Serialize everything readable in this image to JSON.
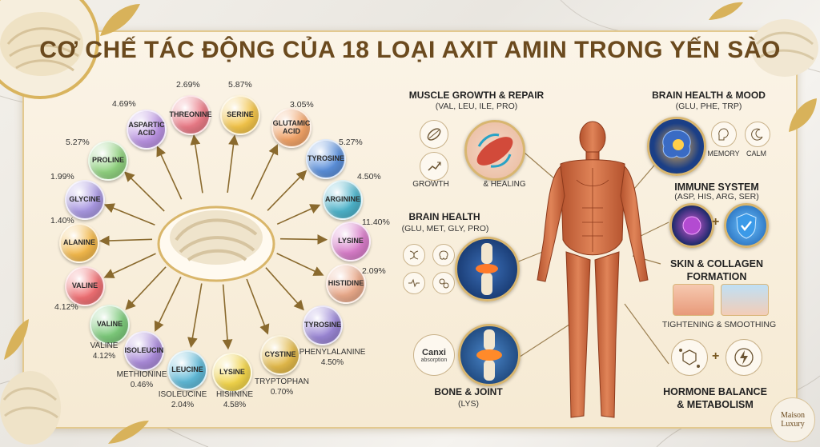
{
  "title": "CƠ CHẾ TÁC ĐỘNG CỦA 18 LOẠI AXIT AMIN TRONG YẾN SÀO",
  "amino_acids": [
    {
      "name": "THREONINE",
      "pct": "2.69%",
      "color": "#e97a86"
    },
    {
      "name": "SERINE",
      "pct": "5.87%",
      "color": "#f2c44a"
    },
    {
      "name": "GLUTAMIC ACID",
      "pct": "3.05%",
      "color": "#f0a267"
    },
    {
      "name": "TYROSINE",
      "pct": "5.27%",
      "color": "#5b8fd9"
    },
    {
      "name": "ARGININE",
      "pct": "4.50%",
      "color": "#4db2c9"
    },
    {
      "name": "LYSINE",
      "pct": "11.40%",
      "color": "#d77cc8"
    },
    {
      "name": "HISTIDINE",
      "pct": "2.09%",
      "color": "#e9a98a"
    },
    {
      "name": "TYROSINE",
      "pct": "",
      "color": "#9a86d4"
    },
    {
      "name": "CYSTINE",
      "pct": "",
      "color": "#e2b94a"
    },
    {
      "name": "LYSINE",
      "pct": "",
      "color": "#f0d34a"
    },
    {
      "name": "LEUCINE",
      "pct": "",
      "color": "#5fb8d6"
    },
    {
      "name": "ISOLEUCIN",
      "pct": "",
      "color": "#a98ad8"
    },
    {
      "name": "VALINE",
      "pct": "4.12%",
      "color": "#7cc97a"
    },
    {
      "name": "VALINE",
      "pct": "",
      "color": "#ee6f73"
    },
    {
      "name": "ALANINE",
      "pct": "1.40%",
      "color": "#f2b84b"
    },
    {
      "name": "GLYCINE",
      "pct": "1.99%",
      "color": "#a897e0"
    },
    {
      "name": "PROLINE",
      "pct": "5.27%",
      "color": "#8fd07e"
    },
    {
      "name": "ASPARTIC ACID",
      "pct": "4.69%",
      "color": "#b891e0"
    }
  ],
  "bottom_labels": [
    {
      "text": "VALINE\n4.12%"
    },
    {
      "text": "METHIONINE\n0.46%"
    },
    {
      "text": "ISOLEUCINE\n2.04%"
    },
    {
      "text": "HISIININE\n4.58%"
    },
    {
      "text": "TRYPTOPHAN\n0.70%"
    },
    {
      "text": "PHENYLALANINE\n4.50%"
    }
  ],
  "effects": {
    "muscle": {
      "title": "MUSCLE GROWTH & REPAIR",
      "sub": "(VAL, LEU, ILE, PRO)",
      "growth": "GROWTH",
      "healing": "& HEALING"
    },
    "brain_left": {
      "title": "BRAIN HEALTH",
      "sub": "(GLU, MET, GLY, PRO)"
    },
    "bone": {
      "title": "BONE & JOINT",
      "sub": "(LYS)",
      "canxi": "Canxi",
      "absorption": "absorption"
    },
    "brain_mood": {
      "title": "BRAIN HEALTH & MOOD",
      "sub": "(GLU, PHE, TRP)",
      "memory": "MEMORY",
      "calm": "CALM"
    },
    "immune": {
      "title": "IMMUNE SYSTEM",
      "sub": "(ASP, HIS, ARG, SER)"
    },
    "skin": {
      "title": "SKIN & COLLAGEN\nFORMATION",
      "caption": "TIGHTENING & SMOOTHING"
    },
    "hormone": {
      "title": "HORMONE BALANCE\n& METABOLISM"
    }
  },
  "logo": {
    "line1": "Maison",
    "line2": "Luxury"
  },
  "colors": {
    "title": "#6b4a1e",
    "arrow": "#8a6a2e",
    "gold": "#d8b670"
  }
}
